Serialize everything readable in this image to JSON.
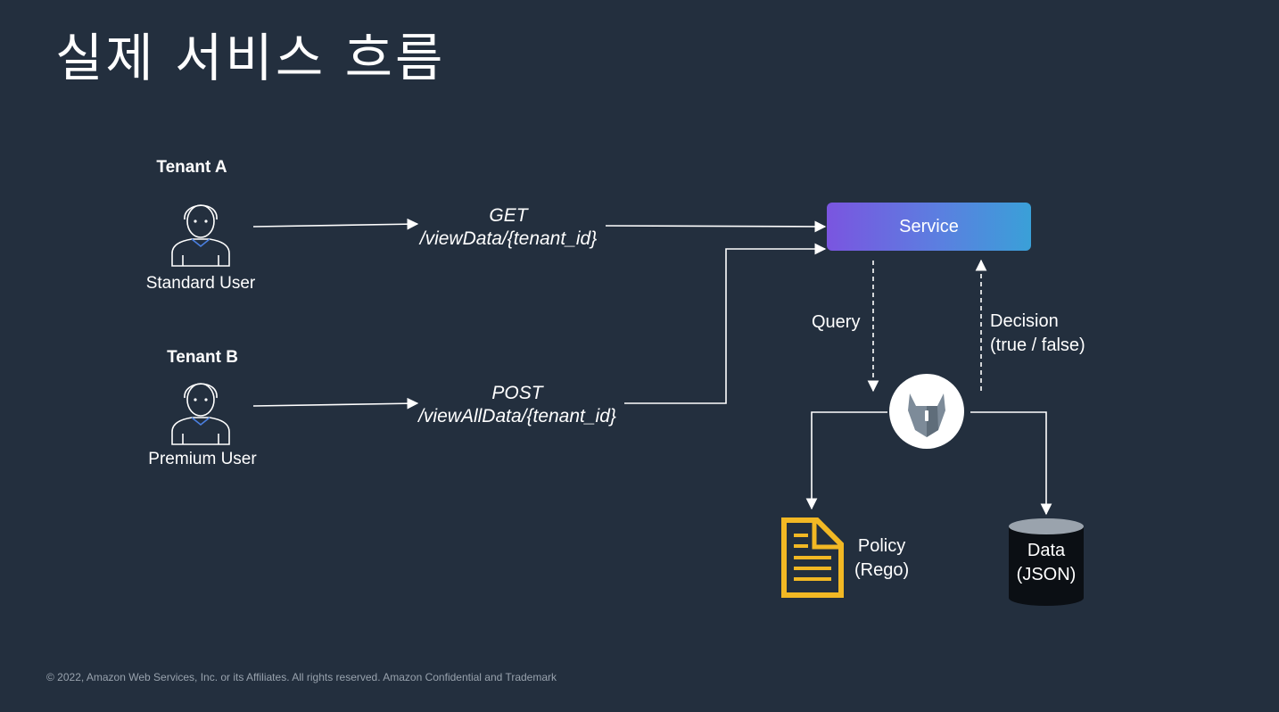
{
  "title": "실제 서비스 흐름",
  "tenants": [
    {
      "name": "Tenant A",
      "user": "Standard User"
    },
    {
      "name": "Tenant B",
      "user": "Premium User"
    }
  ],
  "requests": [
    {
      "method": "GET",
      "path": "/viewData/{tenant_id}"
    },
    {
      "method": "POST",
      "path": "/viewAllData/{tenant_id}"
    }
  ],
  "service": {
    "label": "Service"
  },
  "query_label": "Query",
  "decision": {
    "line1": "Decision",
    "line2": "(true / false)"
  },
  "policy": {
    "line1": "Policy",
    "line2": "(Rego)"
  },
  "data_store": {
    "line1": "Data",
    "line2": "(JSON)"
  },
  "footer": "© 2022, Amazon Web Services, Inc. or its Affiliates. All rights reserved. Amazon Confidential and Trademark",
  "colors": {
    "background": "#232f3e",
    "policy_icon": "#f2b824",
    "service_start": "#7a55e0",
    "service_end": "#3aa0d8"
  },
  "icons": [
    "user-icon",
    "opa-logo-icon",
    "document-icon",
    "database-icon"
  ]
}
